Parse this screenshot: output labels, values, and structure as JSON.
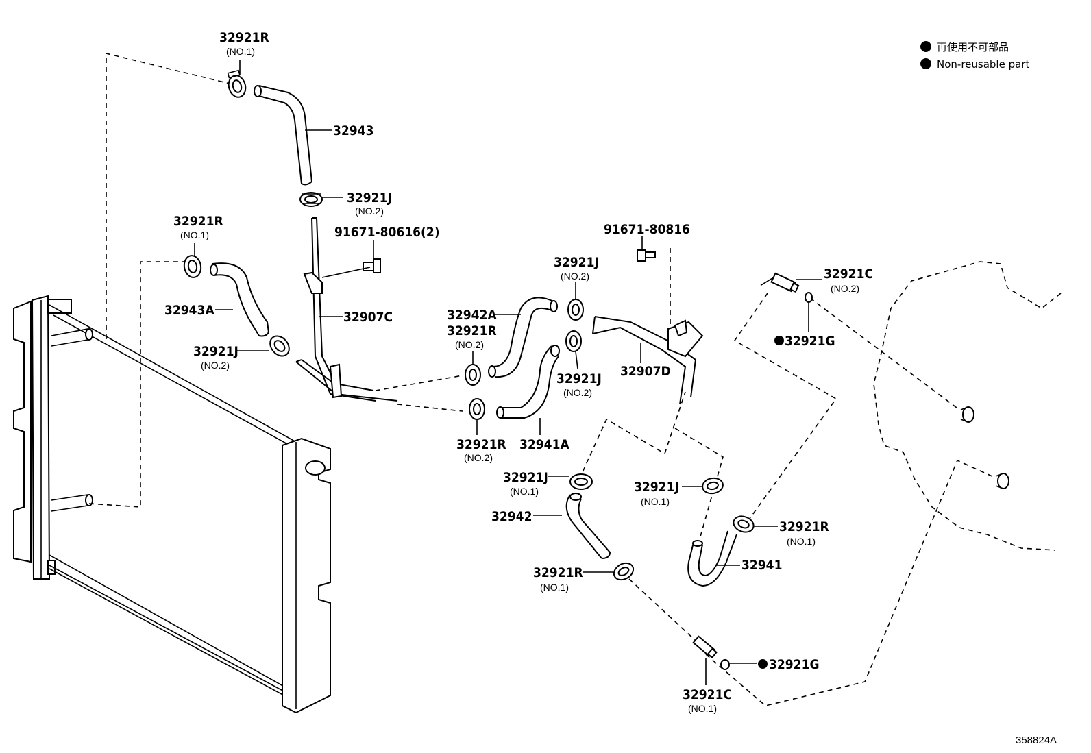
{
  "legend": {
    "jp": "再使用不可部品",
    "en": "Non-reusable part"
  },
  "drawing_number": "358824A",
  "labels": {
    "l1": {
      "num": "32921R",
      "sub": "(NO.1)"
    },
    "l2": {
      "num": "32943",
      "sub": ""
    },
    "l3": {
      "num": "32921J",
      "sub": "(NO.2)"
    },
    "l4": {
      "num": "91671-80616(2)",
      "sub": ""
    },
    "l5": {
      "num": "32921R",
      "sub": "(NO.1)"
    },
    "l6": {
      "num": "32943A",
      "sub": ""
    },
    "l7": {
      "num": "32907C",
      "sub": ""
    },
    "l8": {
      "num": "32921J",
      "sub": "(NO.2)"
    },
    "l9": {
      "num": "91671-80816",
      "sub": ""
    },
    "l10": {
      "num": "32921J",
      "sub": "(NO.2)"
    },
    "l11": {
      "num": "32942A",
      "sub": ""
    },
    "l12": {
      "num": "32921R",
      "sub": "(NO.2)"
    },
    "l13": {
      "num": "32921J",
      "sub": "(NO.2)"
    },
    "l14": {
      "num": "32907D",
      "sub": ""
    },
    "l15": {
      "num": "32921R",
      "sub": "(NO.2)"
    },
    "l16": {
      "num": "32941A",
      "sub": ""
    },
    "l17": {
      "num": "32921C",
      "sub": "(NO.2)"
    },
    "l18": {
      "num": "32921G",
      "sub": ""
    },
    "l19": {
      "num": "32921J",
      "sub": "(NO.1)"
    },
    "l20": {
      "num": "32942",
      "sub": ""
    },
    "l21": {
      "num": "32921J",
      "sub": "(NO.1)"
    },
    "l22": {
      "num": "32921R",
      "sub": "(NO.1)"
    },
    "l23": {
      "num": "32941",
      "sub": ""
    },
    "l24": {
      "num": "32921R",
      "sub": "(NO.1)"
    },
    "l25": {
      "num": "32921G",
      "sub": ""
    },
    "l26": {
      "num": "32921C",
      "sub": "(NO.1)"
    }
  }
}
